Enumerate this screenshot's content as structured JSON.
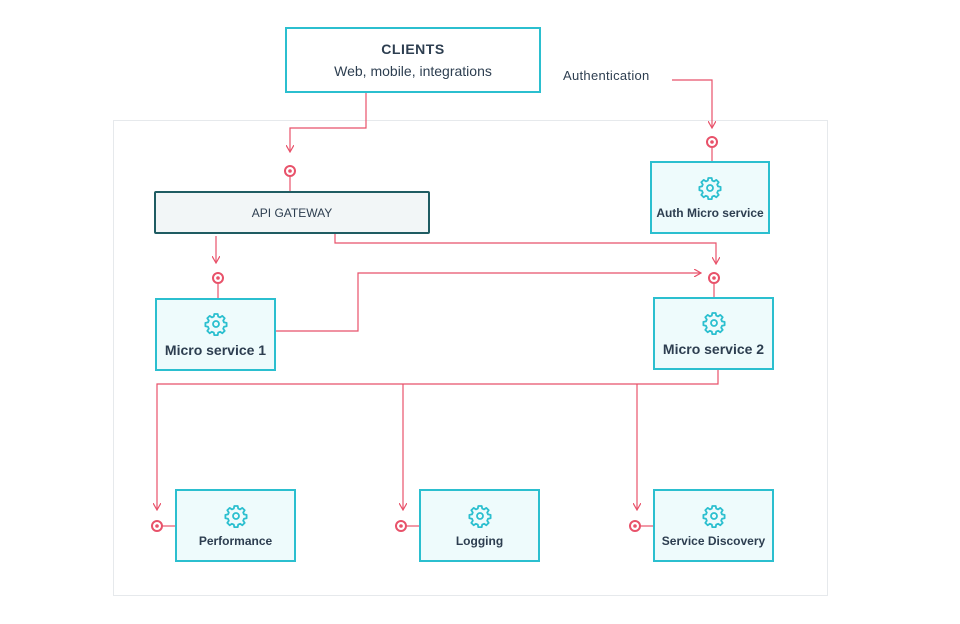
{
  "clients": {
    "title": "CLIENTS",
    "subtitle": "Web, mobile, integrations"
  },
  "authentication_label": "Authentication",
  "gateway": {
    "label": "API GATEWAY"
  },
  "services": {
    "auth": "Auth Micro service",
    "ms1": "Micro service 1",
    "ms2": "Micro service 2",
    "performance": "Performance",
    "logging": "Logging",
    "discovery": "Service Discovery"
  },
  "icons": {
    "service": "gear-icon",
    "connector": "target-dot-icon"
  },
  "colors": {
    "connector": "#e8526a",
    "service_border": "#2bbfcf",
    "service_fill": "#eefbfc",
    "gateway_border": "#1f5c62",
    "gateway_fill": "#f2f6f7",
    "text": "#2d3e50",
    "frame": "#e6e9ec"
  }
}
